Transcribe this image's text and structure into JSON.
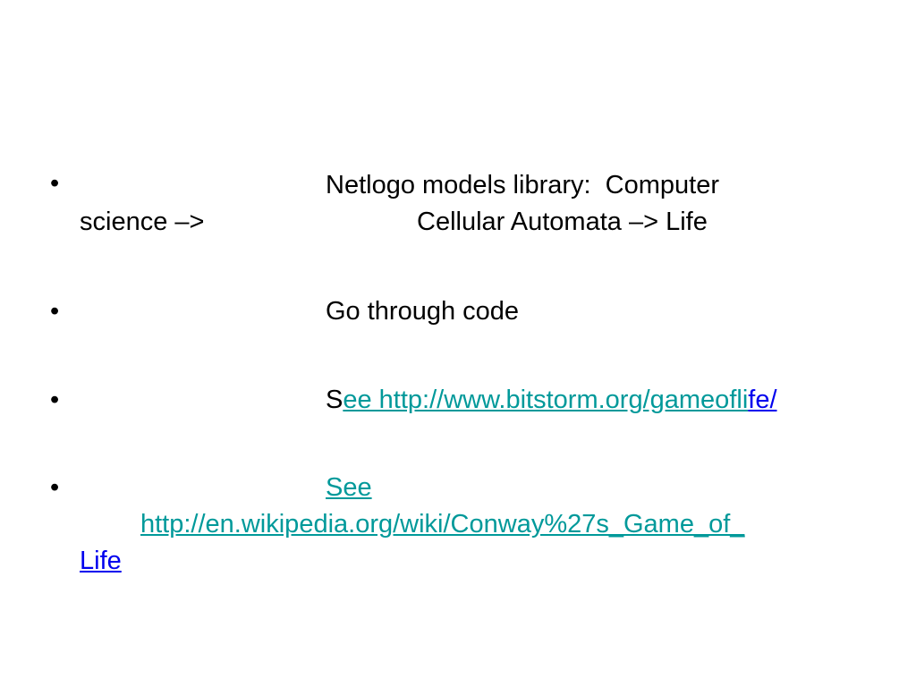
{
  "slide": {
    "bullet_glyph": "•",
    "items": [
      {
        "line1": "Netlogo models library:  Computer",
        "line2a": "science –>",
        "line2b": "Cellular Automata –> Life"
      },
      {
        "line1": "Go through code"
      },
      {
        "prefix": "S",
        "link_teal": "ee http://www.bitstorm.org/gameofli",
        "link_blue": "fe/"
      },
      {
        "link_see": "See",
        "link_line2": "http://en.wikipedia.org/wiki/Conway%27s_Game_of_",
        "link_line3": "Life"
      }
    ]
  },
  "colors": {
    "text": "#000000",
    "link_teal": "#00999a",
    "link_blue": "#0000ee",
    "background": "#ffffff"
  }
}
